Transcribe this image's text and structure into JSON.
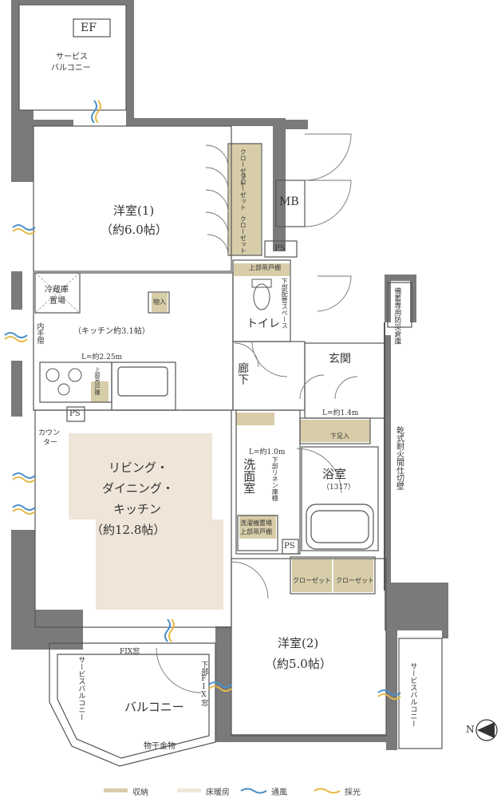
{
  "rooms": {
    "ef": "EF",
    "service_balcony_top_line1": "サービス",
    "service_balcony_top_line2": "バルコニー",
    "western1_line1": "洋室(1)",
    "western1_line2": "（約6.0帖）",
    "mb": "MB",
    "ps_top": "PS",
    "toilet": "トイレ",
    "toilet_upper_shelf": "上部吊戸棚",
    "toilet_lower_pipe": "下部配管スペース",
    "bichiku_line": "備蓄専用防災倉庫",
    "genkan": "玄関",
    "rouka": "廊下",
    "shoe_dim": "L=約1.4m",
    "shoe_lower": "下足入",
    "fridge_line1": "冷蔵庫",
    "fridge_line2": "置場",
    "monoire": "物入",
    "kitchen": "（キッチン約3.1帖）",
    "uchitesuri": "内手摺",
    "kitchen_dim": "L=約2.25m",
    "kitchen_upper": "上部吊戸棚",
    "ps_kitchen": "PS",
    "counter_line1": "カウン",
    "counter_line2": "ター",
    "ldk_line1": "リビング・",
    "ldk_line2": "ダイニング・",
    "ldk_line3": "キッチン",
    "ldk_line4": "（約12.8帖）",
    "washroom_dim": "L=約1.0m",
    "washroom": "洗面室",
    "linen": "下部リネン庫棚",
    "bath": "浴室",
    "bath_size": "（1317）",
    "washer_line1": "洗濯機置場",
    "washer_line2": "上部吊戸棚",
    "ps_wash": "PS",
    "dry_wall": "乾式耐火間仕切壁",
    "closet_a": "クローゼット",
    "closet_b": "クローゼット",
    "closet_c": "クローゼット",
    "closet_d": "クローゼット",
    "closet_e": "クローゼット",
    "western2_line1": "洋室(2)",
    "western2_line2": "（約5.0帖）",
    "fix_window": "FIX窓",
    "lower_fix_window": "下部FIX窓",
    "service_balcony_left": "サービスバルコニー",
    "service_balcony_right": "サービスバルコニー",
    "balcony": "バルコニー",
    "drying_hardware": "物干金物",
    "north": "N"
  },
  "legend": {
    "storage": "収納",
    "floor_heating": "床暖房",
    "ventilation": "通風",
    "daylight": "採光"
  },
  "colors": {
    "storage": "#d8cda9",
    "floor_heating": "#efe5d8",
    "wall": "#7a7a7a",
    "ventilation": "#4a90c8",
    "daylight": "#e8b84a"
  }
}
